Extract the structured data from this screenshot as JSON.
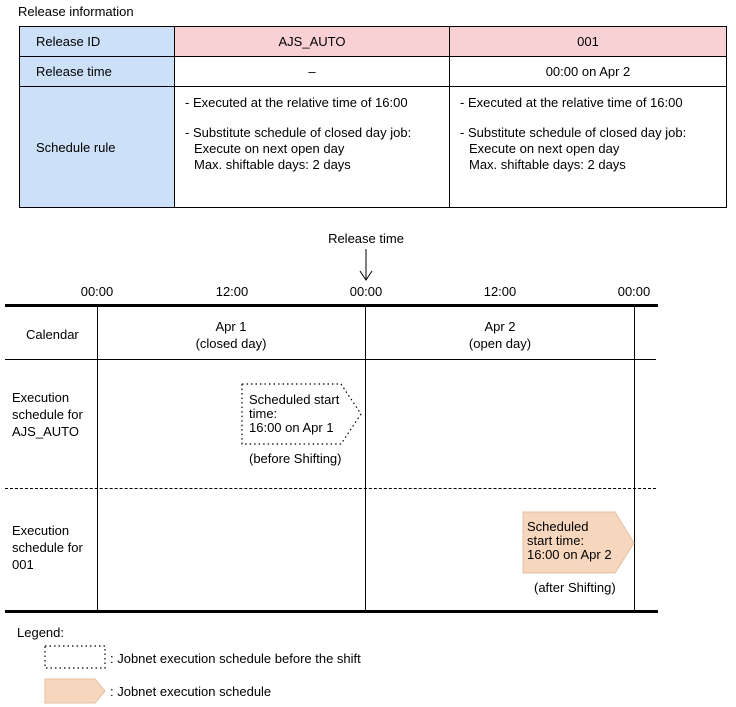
{
  "release_info": {
    "title": "Release information",
    "headers": {
      "id": "Release ID",
      "time": "Release time",
      "rule": "Schedule rule"
    },
    "columns": [
      {
        "id": "AJS_AUTO",
        "time": "–",
        "rule": {
          "line1": "- Executed at the relative time of 16:00",
          "line2": "- Substitute schedule of closed day job:",
          "line3": "Execute on next open day",
          "line4": "Max. shiftable days: 2 days"
        }
      },
      {
        "id": "001",
        "time": "00:00 on Apr 2",
        "rule": {
          "line1": "- Executed at the relative time of 16:00",
          "line2": "- Substitute schedule of closed day job:",
          "line3": "Execute on next open day",
          "line4": "Max. shiftable days: 2 days"
        }
      }
    ]
  },
  "timeline": {
    "release_label": "Release time",
    "ticks": [
      "00:00",
      "12:00",
      "00:00",
      "12:00",
      "00:00"
    ],
    "calendar_label": "Calendar",
    "days": [
      {
        "date": "Apr 1",
        "status": "(closed day)"
      },
      {
        "date": "Apr 2",
        "status": "(open day)"
      }
    ],
    "rows": [
      {
        "label": [
          "Execution",
          "schedule for",
          "AJS_AUTO"
        ],
        "box": [
          "Scheduled start",
          "time:",
          "16:00 on Apr 1"
        ],
        "caption": "(before Shifting)"
      },
      {
        "label": [
          "Execution",
          "schedule for",
          "001"
        ],
        "box": [
          "Scheduled",
          "start time:",
          "16:00 on Apr 2"
        ],
        "caption": "(after Shifting)"
      }
    ]
  },
  "legend": {
    "title": "Legend:",
    "items": [
      {
        "text": ": Jobnet execution schedule before the shift"
      },
      {
        "text": ": Jobnet execution schedule"
      }
    ]
  },
  "colors": {
    "header_blue": "#cce0f8",
    "header_pink": "#f9d0d4",
    "schedule_fill": "#f6d7bd"
  }
}
